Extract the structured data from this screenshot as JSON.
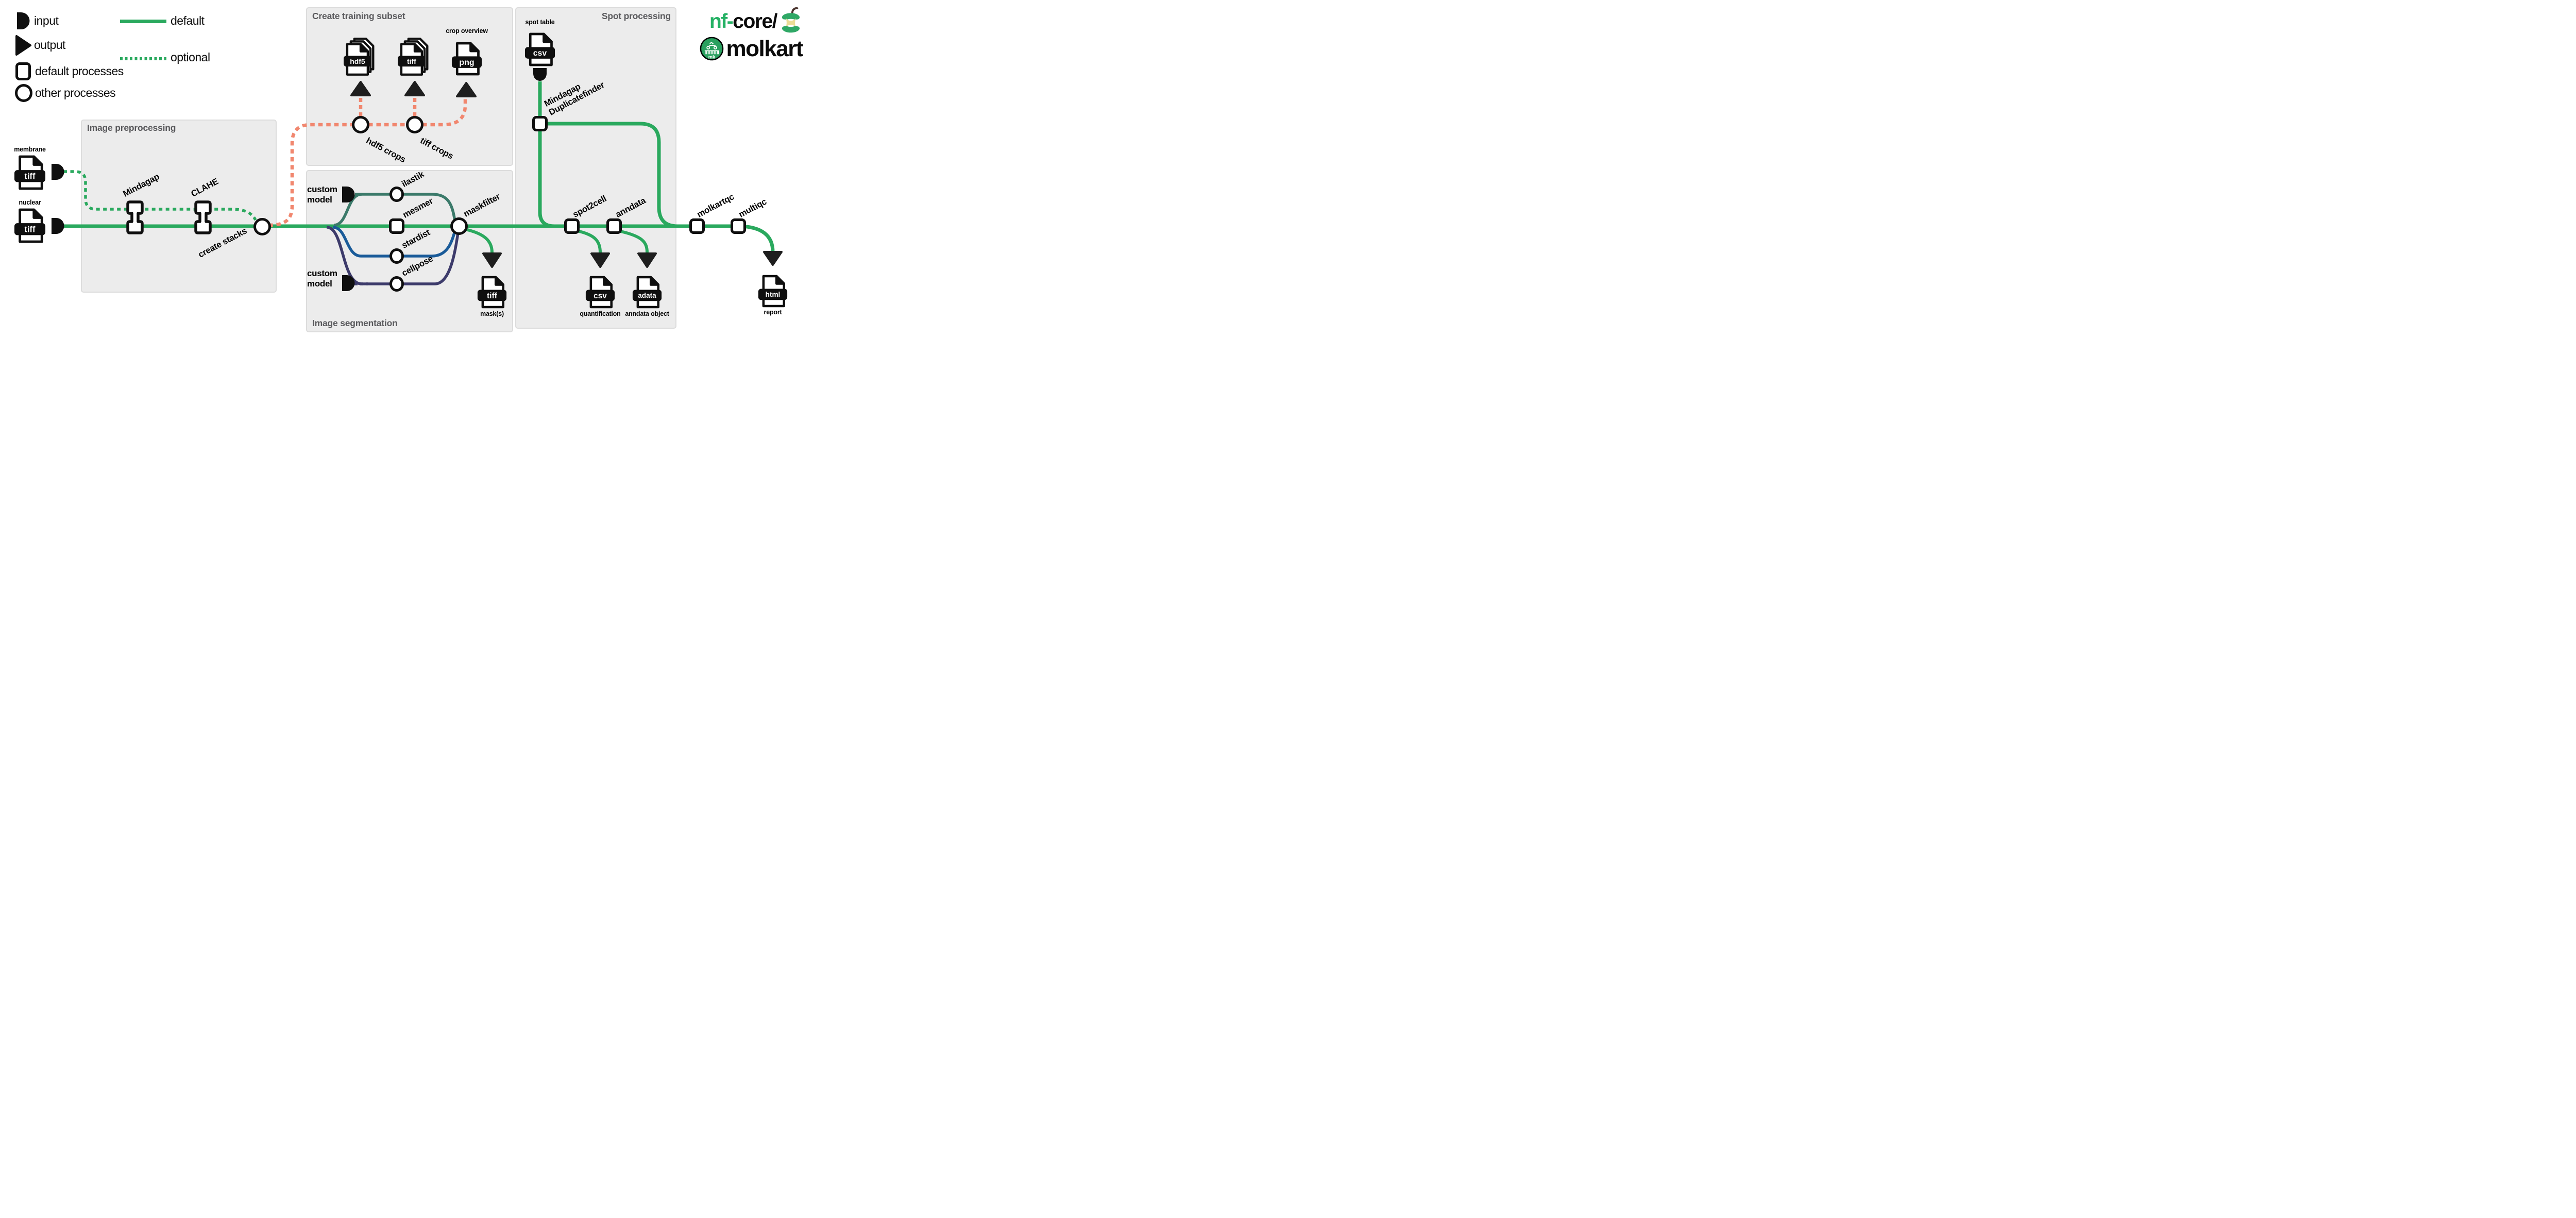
{
  "colors": {
    "line_default_green": "#2aa95e",
    "line_optional_salmon": "#f1876f",
    "line_ilastik_teal": "#3b7a6a",
    "line_stardist_blue": "#1a5b99",
    "line_cellpose_navy": "#3d3b6b",
    "node_black": "#0f0f0f",
    "box_fill": "#ececec",
    "box_title_gray": "#59595c",
    "logo_green": "#24b164",
    "apple_green": "#2fa866",
    "apple_core_cream": "#ebdd96",
    "apple_stem_brown": "#4a342e"
  },
  "legend": {
    "input": "input",
    "output": "output",
    "default_processes": "default processes",
    "other_processes": "other processes",
    "default_line": "default",
    "optional_line": "optional"
  },
  "logo": {
    "brand_green": "nf",
    "brand_dash": "-",
    "brand_black": "core/",
    "pipeline": "molkart",
    "badge": "mk"
  },
  "boxes": {
    "preprocessing": "Image preprocessing",
    "training": "Create training subset",
    "segmentation": "Image segmentation",
    "spot": "Spot processing"
  },
  "files": {
    "membrane": {
      "label": "membrane",
      "ext": "tiff"
    },
    "nuclear": {
      "label": "nuclear",
      "ext": "tiff"
    },
    "spot_table": {
      "label": "spot table",
      "ext": "csv"
    },
    "hdf5_crops": {
      "ext": "hdf5"
    },
    "tiff_crops": {
      "ext": "tiff"
    },
    "crop_overview": {
      "label": "crop overview",
      "ext": "png"
    },
    "masks": {
      "label": "mask(s)",
      "ext": "tiff"
    },
    "quantification": {
      "label": "quantification",
      "ext": "csv"
    },
    "anndata_object": {
      "label": "anndata object",
      "ext": "adata"
    },
    "report": {
      "label": "report",
      "ext": "html"
    }
  },
  "processes": {
    "mindagap": "Mindagap",
    "clahe": "CLAHE",
    "create_stacks": "create stacks",
    "hdf5_crops": "hdf5 crops",
    "tiff_crops": "tiff crops",
    "custom_model_top": "custom\nmodel",
    "custom_model_bottom": "custom\nmodel",
    "ilastik": "ilastik",
    "mesmer": "mesmer",
    "stardist": "stardist",
    "cellpose": "cellpose",
    "maskfilter": "maskfilter",
    "duplicatefinder": "Mindagap\nDuplicatefinder",
    "spot2cell": "spot2cell",
    "anndata": "anndata",
    "molkartqc": "molkartqc",
    "multiqc": "multiqc"
  }
}
